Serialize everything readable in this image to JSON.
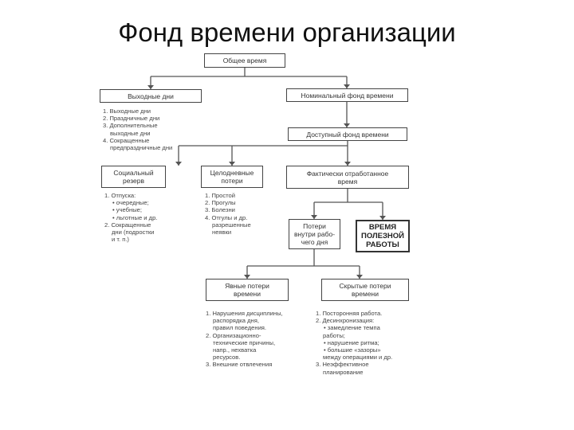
{
  "title": "Фонд времени организации",
  "boxes": {
    "total": "Общее время",
    "weekends": "Выходные дни",
    "nominal": "Номинальный фонд времени",
    "available": "Доступный фонд времени",
    "social": [
      "Социальный",
      "резерв"
    ],
    "whole_day": [
      "Целодневные",
      "потери"
    ],
    "actual": [
      "Фактически отработанное",
      "время"
    ],
    "intra_shift": [
      "Потери",
      "внутри рабо-",
      "чего дня"
    ],
    "useful": [
      "ВРЕМЯ",
      "ПОЛЕЗНОЙ",
      "РАБОТЫ"
    ],
    "explicit": [
      "Явные потери",
      "времени"
    ],
    "hidden": [
      "Скрытые потери",
      "времени"
    ]
  },
  "lists": {
    "weekends": [
      "1. Выходные дни",
      "2. Праздничные дни",
      "3. Дополнительные",
      "выходные дни",
      "4. Сокращенные",
      "предпраздничные дни"
    ],
    "social": [
      "1. Отпуска:",
      "очередные;",
      "учебные;",
      "льготные и др.",
      "2. Сокращенные",
      "дни (подростки",
      "и т. п.)"
    ],
    "whole_day": [
      "1. Простой",
      "2. Прогулы",
      "3. Болезни",
      "4. Отгулы и др.",
      "разрешенные",
      "неявки"
    ],
    "explicit": [
      "1. Нарушения дисциплины,",
      "распорядка дня,",
      "правил поведения.",
      "2. Организационно-",
      "технические причины,",
      "напр., нехватка",
      "ресурсов.",
      "3. Внешние отвлечения"
    ],
    "hidden": [
      "1. Посторонняя работа.",
      "2. Десинхронизация:",
      "замедление темпа",
      "работы;",
      "нарушение ритма;",
      "большие «зазоры»",
      "между операциями и др.",
      "3. Неэффективное",
      "планирование"
    ]
  }
}
